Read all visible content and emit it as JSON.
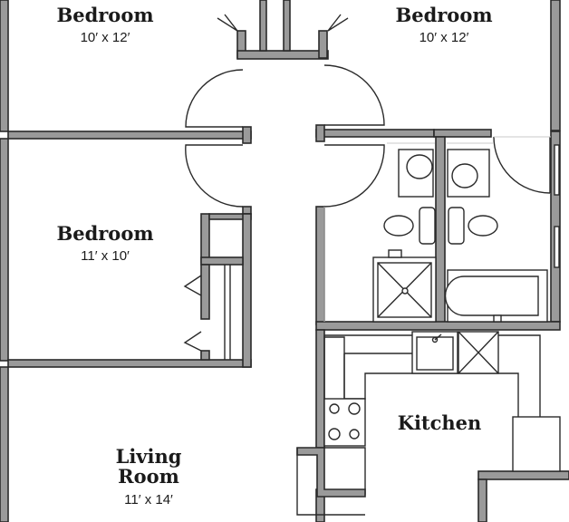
{
  "rooms": {
    "bedroom_top_left": {
      "name": "Bedroom",
      "dims": "10′ x 12′"
    },
    "bedroom_top_right": {
      "name": "Bedroom",
      "dims": "10′ x 12′"
    },
    "bedroom_middle_left": {
      "name": "Bedroom",
      "dims": "11′ x 10′"
    },
    "kitchen": {
      "name": "Kitchen"
    },
    "living_room": {
      "name_line1": "Living",
      "name_line2": "Room",
      "dims": "11′ x 14′"
    }
  }
}
